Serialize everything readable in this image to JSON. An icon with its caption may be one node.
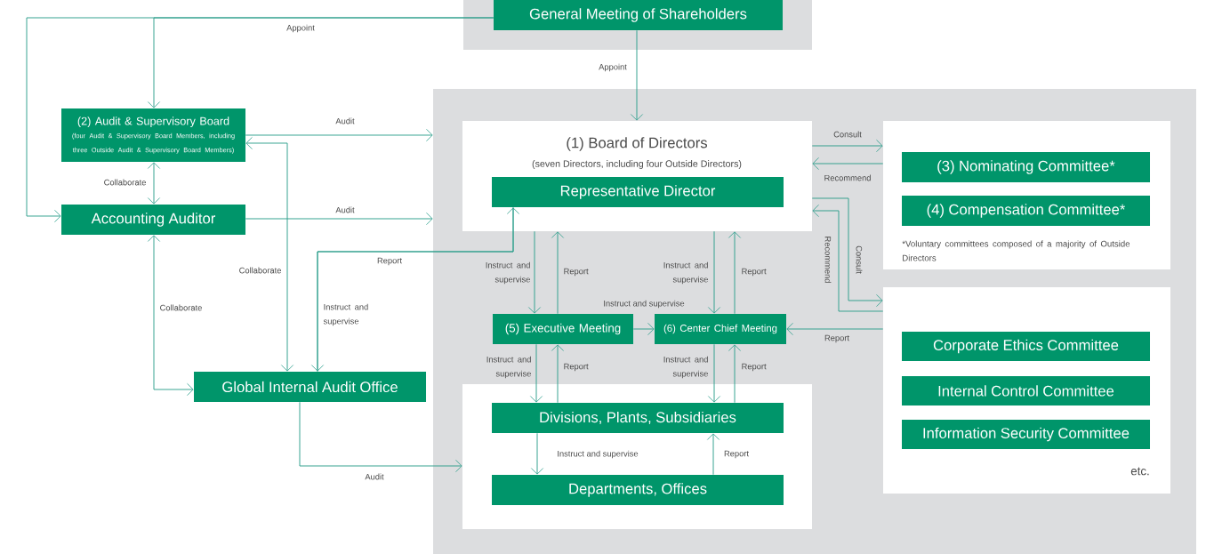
{
  "diagram": {
    "nodes": [
      {
        "text": [],
        "shape": "box"
      },
      {
        "text": [
          "General Meeting of Shareholders"
        ],
        "in": 0
      },
      {
        "text": [],
        "shape": "box"
      },
      {
        "text": [
          "(1) Board of Directors",
          "(seven Directors, including four Outside Directors)"
        ],
        "in": 2
      },
      {
        "text": [
          "Representative Director"
        ],
        "in": 3
      },
      {
        "text": [
          "*Voluntary committees composed of a majority of Outside Directors"
        ],
        "in": 2
      },
      {
        "text": [
          "(3) Nominating Committee*"
        ],
        "in": 5
      },
      {
        "text": [
          "(4) Compensation Committee*"
        ],
        "in": 5
      },
      {
        "text": [
          "etc."
        ],
        "in": 2
      },
      {
        "text": [
          "Corporate Ethics Committee"
        ],
        "in": 8
      },
      {
        "text": [
          "Internal Control Committee"
        ],
        "in": 8
      },
      {
        "text": [
          "Information Security Committee"
        ],
        "in": 8
      },
      {
        "text": [
          "(5) Executive Meeting"
        ],
        "in": 2
      },
      {
        "text": [
          "(6) Center Chief Meeting"
        ],
        "in": 2
      },
      {
        "text": [],
        "shape": "box",
        "in": 2
      },
      {
        "text": [
          "Divisions, Plants, Subsidiaries"
        ],
        "in": 14
      },
      {
        "text": [
          "Departments, Offices"
        ],
        "in": 14
      },
      {
        "text": [
          "(2) Audit & Supervisory Board",
          "(four Audit & Supervisory Board Members, including three Outside Audit & Supervisory Board Members)"
        ]
      },
      {
        "text": [
          "Accounting Auditor"
        ]
      },
      {
        "text": [
          "Global Internal Audit Office"
        ]
      }
    ],
    "edges": [
      {
        "from": 1,
        "to": 17,
        "arrow": "to",
        "label": "Appoint"
      },
      {
        "from": 1,
        "to": 18,
        "arrow": "to"
      },
      {
        "from": 1,
        "to": 3,
        "arrow": "to",
        "label": "Appoint"
      },
      {
        "from": 17,
        "to": 2,
        "arrow": "to",
        "label": "Audit"
      },
      {
        "from": 18,
        "to": 2,
        "arrow": "to",
        "label": "Audit"
      },
      {
        "from": 19,
        "to": 14,
        "arrow": "to",
        "label": "Audit"
      },
      {
        "from": 17,
        "to": 18,
        "arrow": "both",
        "label": "Collaborate"
      },
      {
        "from": 18,
        "to": 19,
        "arrow": "both",
        "label": "Collaborate"
      },
      {
        "from": 19,
        "to": 17,
        "arrow": "both",
        "label": "Collaborate"
      },
      {
        "from": 19,
        "to": 4,
        "arrow": "to",
        "label": "Report"
      },
      {
        "from": 4,
        "to": 19,
        "arrow": "to",
        "label": "Instruct and supervise"
      },
      {
        "from": 3,
        "to": 12,
        "arrow": "to",
        "label": "Instruct and supervise"
      },
      {
        "from": 12,
        "to": 3,
        "arrow": "to",
        "label": "Report"
      },
      {
        "from": 3,
        "to": 13,
        "arrow": "to",
        "label": "Instruct and supervise"
      },
      {
        "from": 13,
        "to": 3,
        "arrow": "to",
        "label": "Report"
      },
      {
        "from": 12,
        "to": 13,
        "arrow": "to",
        "label": "Instruct and supervise"
      },
      {
        "from": 12,
        "to": 15,
        "arrow": "to",
        "label": "Instruct and supervise"
      },
      {
        "from": 15,
        "to": 12,
        "arrow": "to",
        "label": "Report"
      },
      {
        "from": 13,
        "to": 15,
        "arrow": "to",
        "label": "Instruct and supervise"
      },
      {
        "from": 15,
        "to": 13,
        "arrow": "to",
        "label": "Report"
      },
      {
        "from": 15,
        "to": 16,
        "arrow": "to",
        "label": "Instruct and supervise"
      },
      {
        "from": 16,
        "to": 15,
        "arrow": "to",
        "label": "Report"
      },
      {
        "from": 3,
        "to": 5,
        "arrow": "to",
        "label": "Consult"
      },
      {
        "from": 5,
        "to": 3,
        "arrow": "to",
        "label": "Recommend"
      },
      {
        "from": 3,
        "to": 8,
        "arrow": "to",
        "label": "Consult"
      },
      {
        "from": 8,
        "to": 3,
        "arrow": "to",
        "label": "Recommend"
      },
      {
        "from": 8,
        "to": 13,
        "arrow": "to",
        "label": "Report"
      }
    ]
  }
}
